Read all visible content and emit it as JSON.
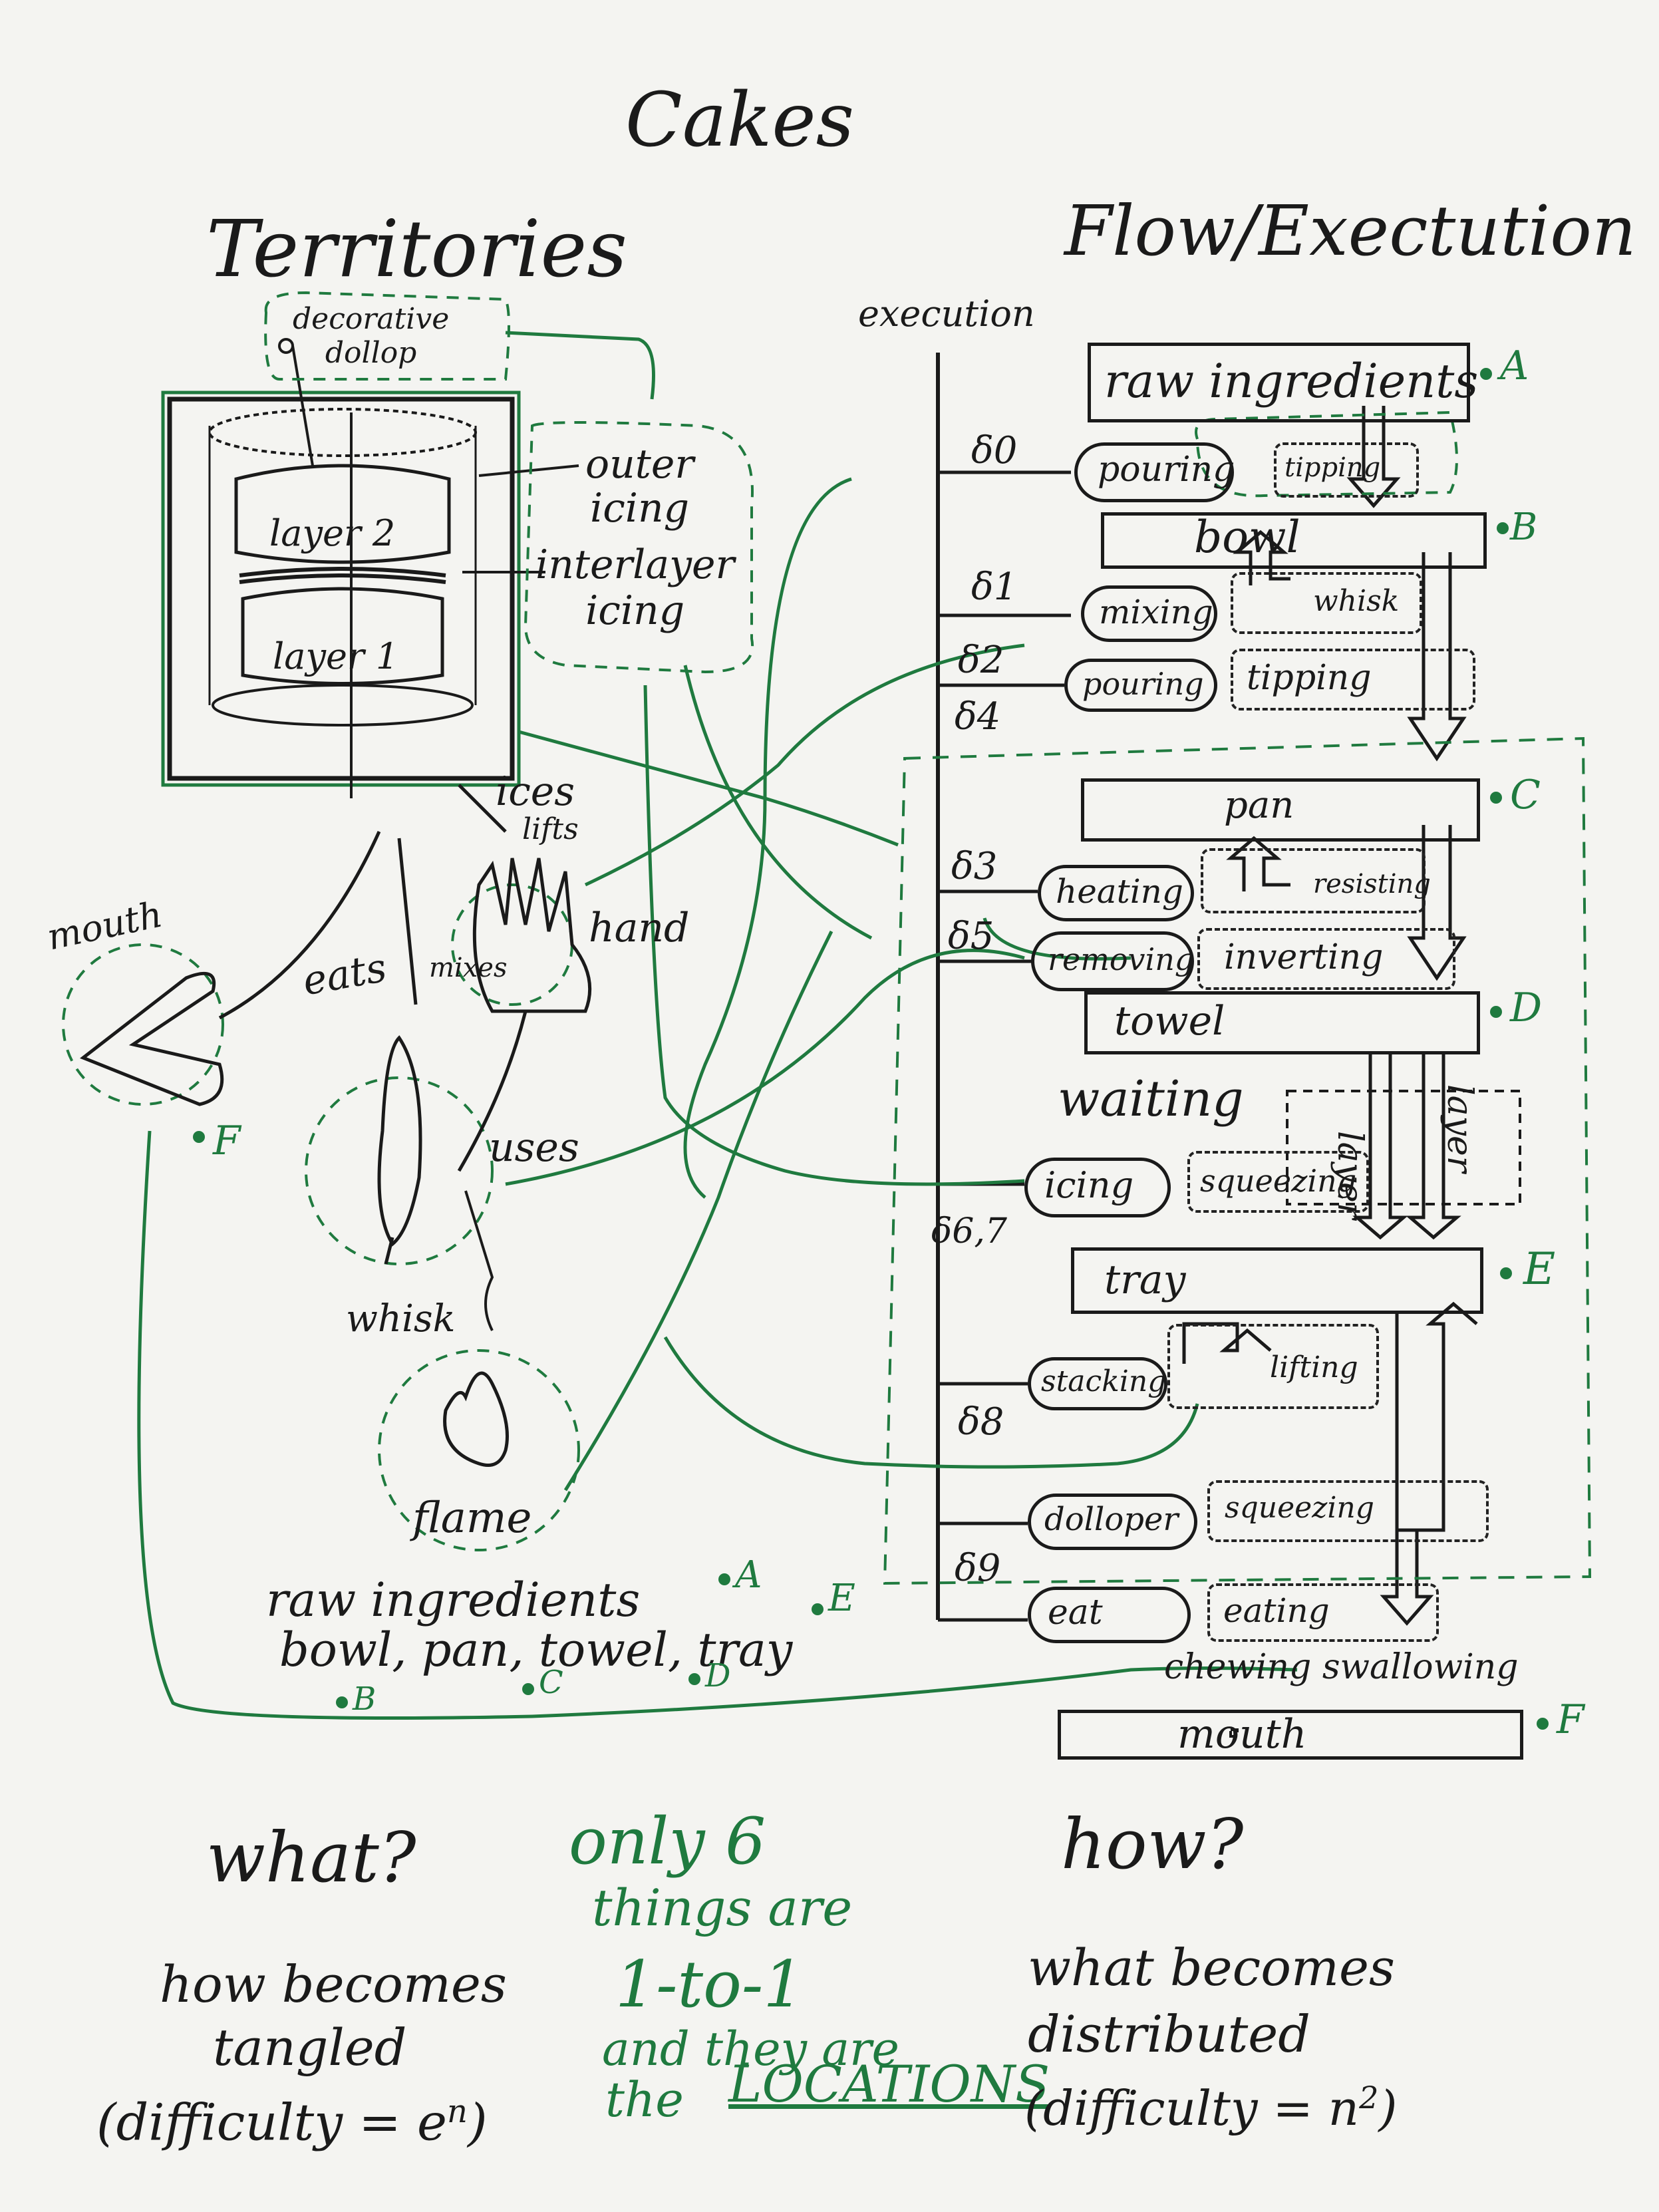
{
  "title": "Cakes",
  "territories": {
    "heading": "Territories",
    "decorative_dollop": "decorative\ndollop",
    "outer_icing": "outer\nicing",
    "interlayer_icing": "interlayer\nicing",
    "layer2": "layer 2",
    "layer1": "layer 1",
    "ices": "ices",
    "lifts": "lifts",
    "hand": "hand",
    "mouth": "mouth",
    "eats": "eats",
    "mixes": "mixes",
    "uses": "uses",
    "whisk": "whisk",
    "flame": "flame",
    "F": "F",
    "locations_line1": "raw ingredients",
    "locations_line2": "bowl, pan, towel, tray",
    "A": "A",
    "E": "E",
    "B": "B",
    "C": "C",
    "D": "D"
  },
  "flow": {
    "heading": "Flow/Exectution",
    "execution_label": "execution",
    "locations": [
      {
        "label": "raw ingredients",
        "letter": "A"
      },
      {
        "label": "bowl",
        "letter": "B"
      },
      {
        "label": "pan",
        "letter": "C"
      },
      {
        "label": "towel",
        "letter": "D"
      },
      {
        "label": "tray",
        "letter": "E"
      },
      {
        "label": "mouth",
        "letter": "F"
      }
    ],
    "deltas": [
      "δ0",
      "δ1",
      "δ2",
      "δ4",
      "δ3",
      "δ5",
      "δ6,7",
      "δ8",
      "δ9"
    ],
    "actions": [
      "pouring",
      "mixing",
      "pouring",
      "heating",
      "removing",
      "icing",
      "stacking",
      "dolloper",
      "eat"
    ],
    "mechanics": [
      "tipping",
      "whisk",
      "tipping",
      "resisting",
      "inverting",
      "squeezing",
      "lifting",
      "squeezing",
      "eating"
    ],
    "waiting": "waiting",
    "layer_a": "layer",
    "layer_b": "layer",
    "chewing": "chewing swallowing"
  },
  "bottom": {
    "what": "what?",
    "how_becomes": "how becomes",
    "tangled": "tangled",
    "difficulty_e": "(difficulty = e",
    "exp_n": "n",
    "close_paren": ")",
    "only": "only 6",
    "things_are": "things are",
    "one_to_one": "1-to-1",
    "and_they_are": "and they are",
    "the": "the",
    "locations_word": "LOCATIONS",
    "how": "how?",
    "what_becomes": "what becomes",
    "distributed": "distributed",
    "difficulty_n": "(difficulty = n",
    "exp_2": "2",
    "close_paren2": ")"
  },
  "colors": {
    "ink": "#1a1a1a",
    "green": "#1f7a3f",
    "paper": "#f4f4f1"
  }
}
